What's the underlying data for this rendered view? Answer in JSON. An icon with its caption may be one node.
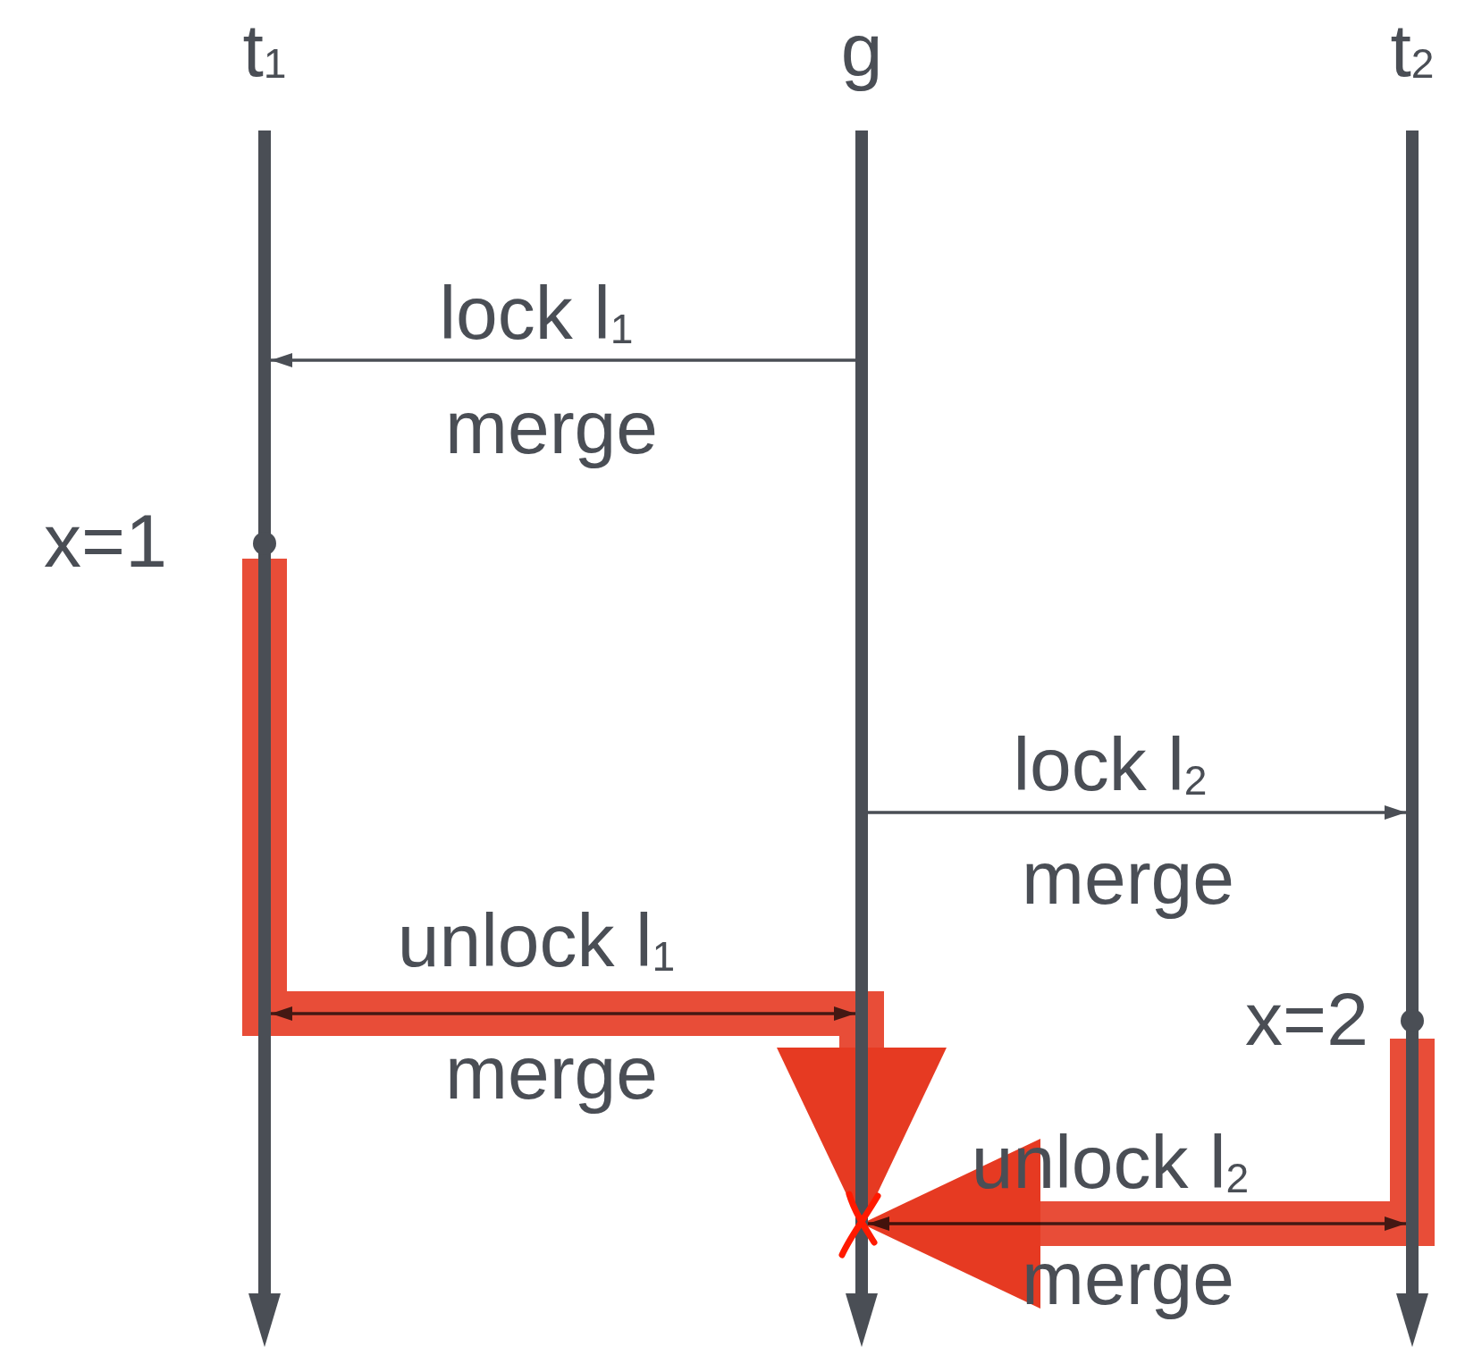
{
  "diagram": {
    "nodes": [
      {
        "text": [
          "t$_{1}$"
        ]
      },
      {
        "text": [
          "g"
        ]
      },
      {
        "text": [
          "t$_{2}$"
        ]
      }
    ],
    "edges": [
      {
        "from": 1,
        "to": 0,
        "arrow": "to",
        "label": "lock l$_{1}$"
      },
      {
        "from": 1,
        "to": 2,
        "arrow": "to",
        "label": "lock l$_{2}$"
      },
      {
        "from": 0,
        "to": 1,
        "arrow": "both",
        "label": "unlock l$_{1}$"
      },
      {
        "from": 1,
        "to": 2,
        "arrow": "both",
        "label": "unlock l$_{2}$"
      },
      {
        "from": 0,
        "to": 1,
        "arrow": "to",
        "style": "thick",
        "color": "#e63a22"
      },
      {
        "from": 2,
        "to": 1,
        "arrow": "to",
        "style": "thick",
        "color": "#e63a22"
      }
    ],
    "labels": [
      "merge",
      "x=1",
      "merge",
      "x=2",
      "merge",
      "merge"
    ]
  }
}
